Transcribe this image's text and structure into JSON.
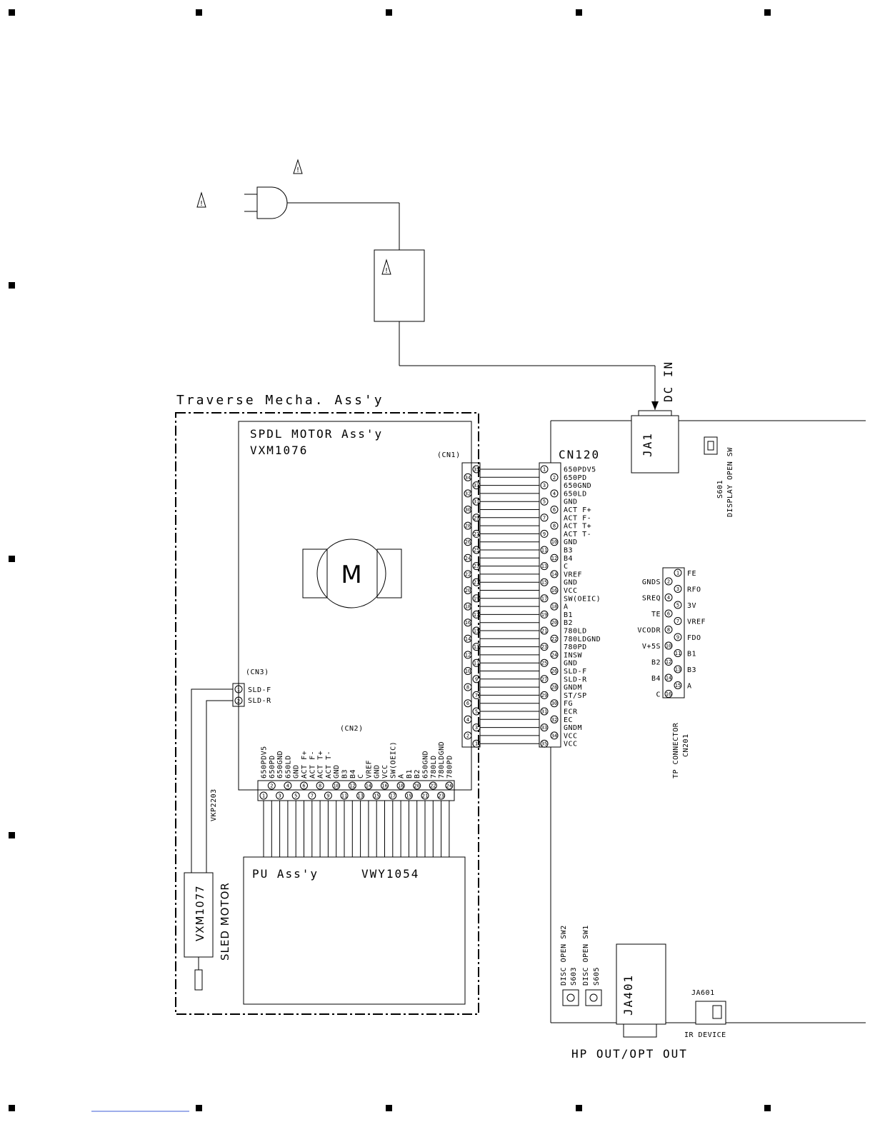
{
  "warning_mark": "!",
  "traverse": {
    "title": "Traverse Mecha. Ass'y"
  },
  "spdl": {
    "title": "SPDL MOTOR Ass'y",
    "part": "VXM1076",
    "motor_symbol": "M"
  },
  "cn1": {
    "label": "(CN1)"
  },
  "cn120": {
    "label": "CN120",
    "pin_labels": [
      "650PDV5",
      "650PD",
      "650GND",
      "650LD",
      "GND",
      "ACT F+",
      "ACT F-",
      "ACT T+",
      "ACT T-",
      "GND",
      "B3",
      "B4",
      "C",
      "VREF",
      "GND",
      "VCC",
      "SW(OEIC)",
      "A",
      "B1",
      "B2",
      "780LD",
      "780LDGND",
      "780PD",
      "INSW",
      "GND",
      "SLD-F",
      "SLD-R",
      "GNDM",
      "ST/SP",
      "FG",
      "ECR",
      "EC",
      "GNDM",
      "VCC",
      "VCC"
    ],
    "left_numbers": [
      "35",
      "34",
      "33",
      "32",
      "31",
      "30",
      "29",
      "28",
      "27",
      "26",
      "25",
      "24",
      "23",
      "22",
      "21",
      "20",
      "19",
      "18",
      "17",
      "16",
      "15",
      "14",
      "13",
      "12",
      "11",
      "10",
      "9",
      "8",
      "7",
      "6",
      "5",
      "4",
      "3",
      "2",
      "1"
    ]
  },
  "cn3": {
    "label": "(CN3)",
    "pins": [
      "SLD-F",
      "SLD-R"
    ]
  },
  "cn2": {
    "label": "(CN2)",
    "pin_labels": [
      "650PDV5",
      "650PD",
      "650GND",
      "650LD",
      "GND",
      "ACT F+",
      "ACT F-",
      "ACT T+",
      "ACT T-",
      "GND",
      "B3",
      "B4",
      "C",
      "VREF",
      "GND",
      "VCC",
      "SW(OEIC)",
      "A",
      "B1",
      "B2",
      "650GND",
      "780LD",
      "780LDGND",
      "780PD"
    ]
  },
  "pu": {
    "title": "PU Ass'y",
    "part": "VWY1054"
  },
  "sled": {
    "part": "VXM1077",
    "name": "SLED MOTOR",
    "cable": "VKP2203"
  },
  "dc_in": {
    "label": "DC IN",
    "jack": "JA1"
  },
  "s601": {
    "ref": "S601",
    "name": "DISPLAY OPEN SW"
  },
  "cn201": {
    "ref": "CN201",
    "name": "TP CONNECTOR",
    "left_labels": [
      "GNDS",
      "SREQ",
      "TE",
      "VCODR",
      "V+5S",
      "B2",
      "B4",
      "C"
    ],
    "right_labels": [
      "FE",
      "RFO",
      "3V",
      "VREF",
      "FDO",
      "B1",
      "B3",
      "A"
    ]
  },
  "s603": {
    "ref": "S603",
    "name": "DISC OPEN SW2"
  },
  "s605": {
    "ref": "S605",
    "name": "DISC OPEN SW1"
  },
  "ja401": {
    "ref": "JA401",
    "caption": "HP OUT/OPT OUT"
  },
  "ja601": {
    "ref": "JA601",
    "caption": "IR DEVICE"
  }
}
